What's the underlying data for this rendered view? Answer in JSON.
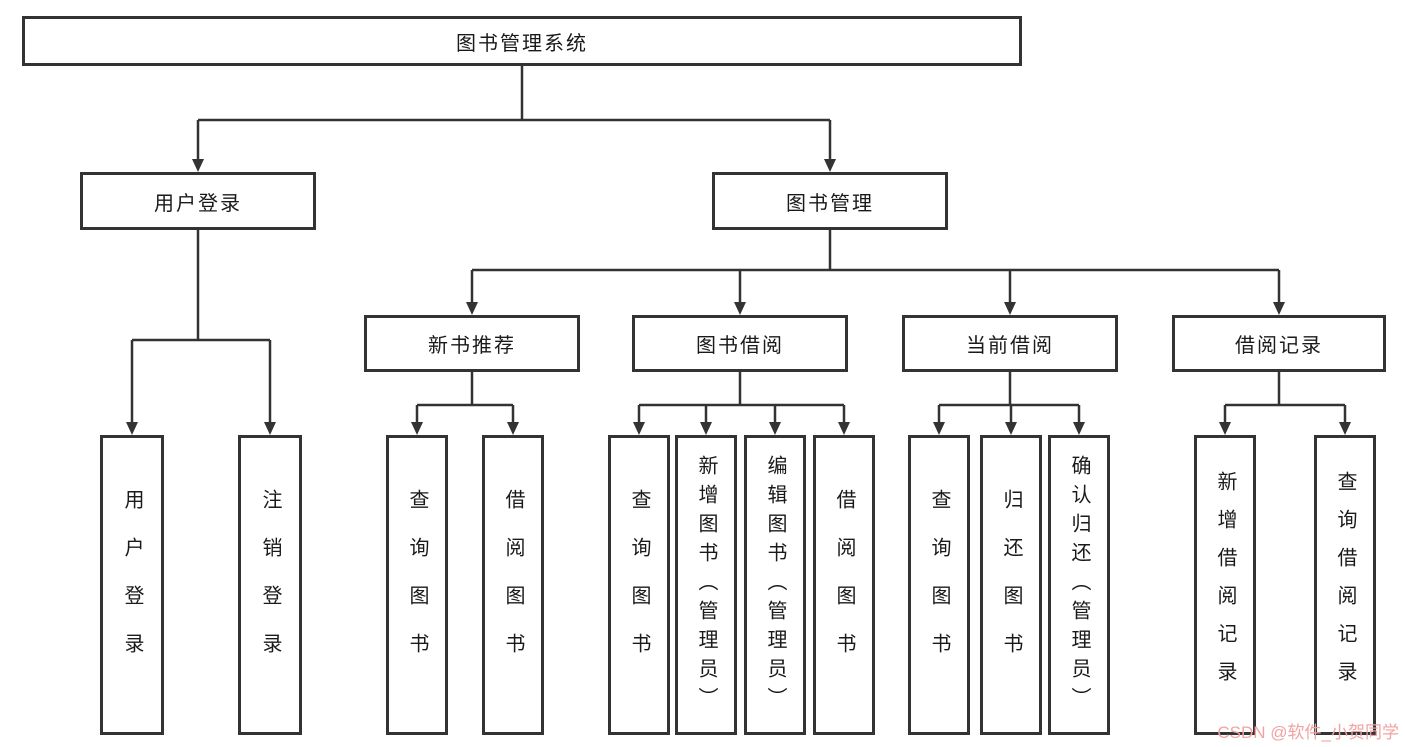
{
  "nodes": {
    "root": "图书管理系统",
    "user_login": "用户登录",
    "book_mgmt": "图书管理",
    "login": "用户登录",
    "logout": "注销登录",
    "new_book_rec": "新书推荐",
    "book_borrow": "图书借阅",
    "current_borrow": "当前借阅",
    "borrow_record": "借阅记录",
    "nbr_query": "查询图书",
    "nbr_borrow": "借阅图书",
    "bb_query": "查询图书",
    "bb_add": "新增图书（管理员）",
    "bb_edit": "编辑图书（管理员）",
    "bb_borrow": "借阅图书",
    "cb_query": "查询图书",
    "cb_return": "归还图书",
    "cb_confirm": "确认归还（管理员）",
    "br_add": "新增借阅记录",
    "br_query": "查询借阅记录"
  },
  "watermark": "CSDN @软件_小贺同学",
  "colors": {
    "border": "#333333",
    "line": "#333333",
    "watermark": "#f2a2a2"
  }
}
